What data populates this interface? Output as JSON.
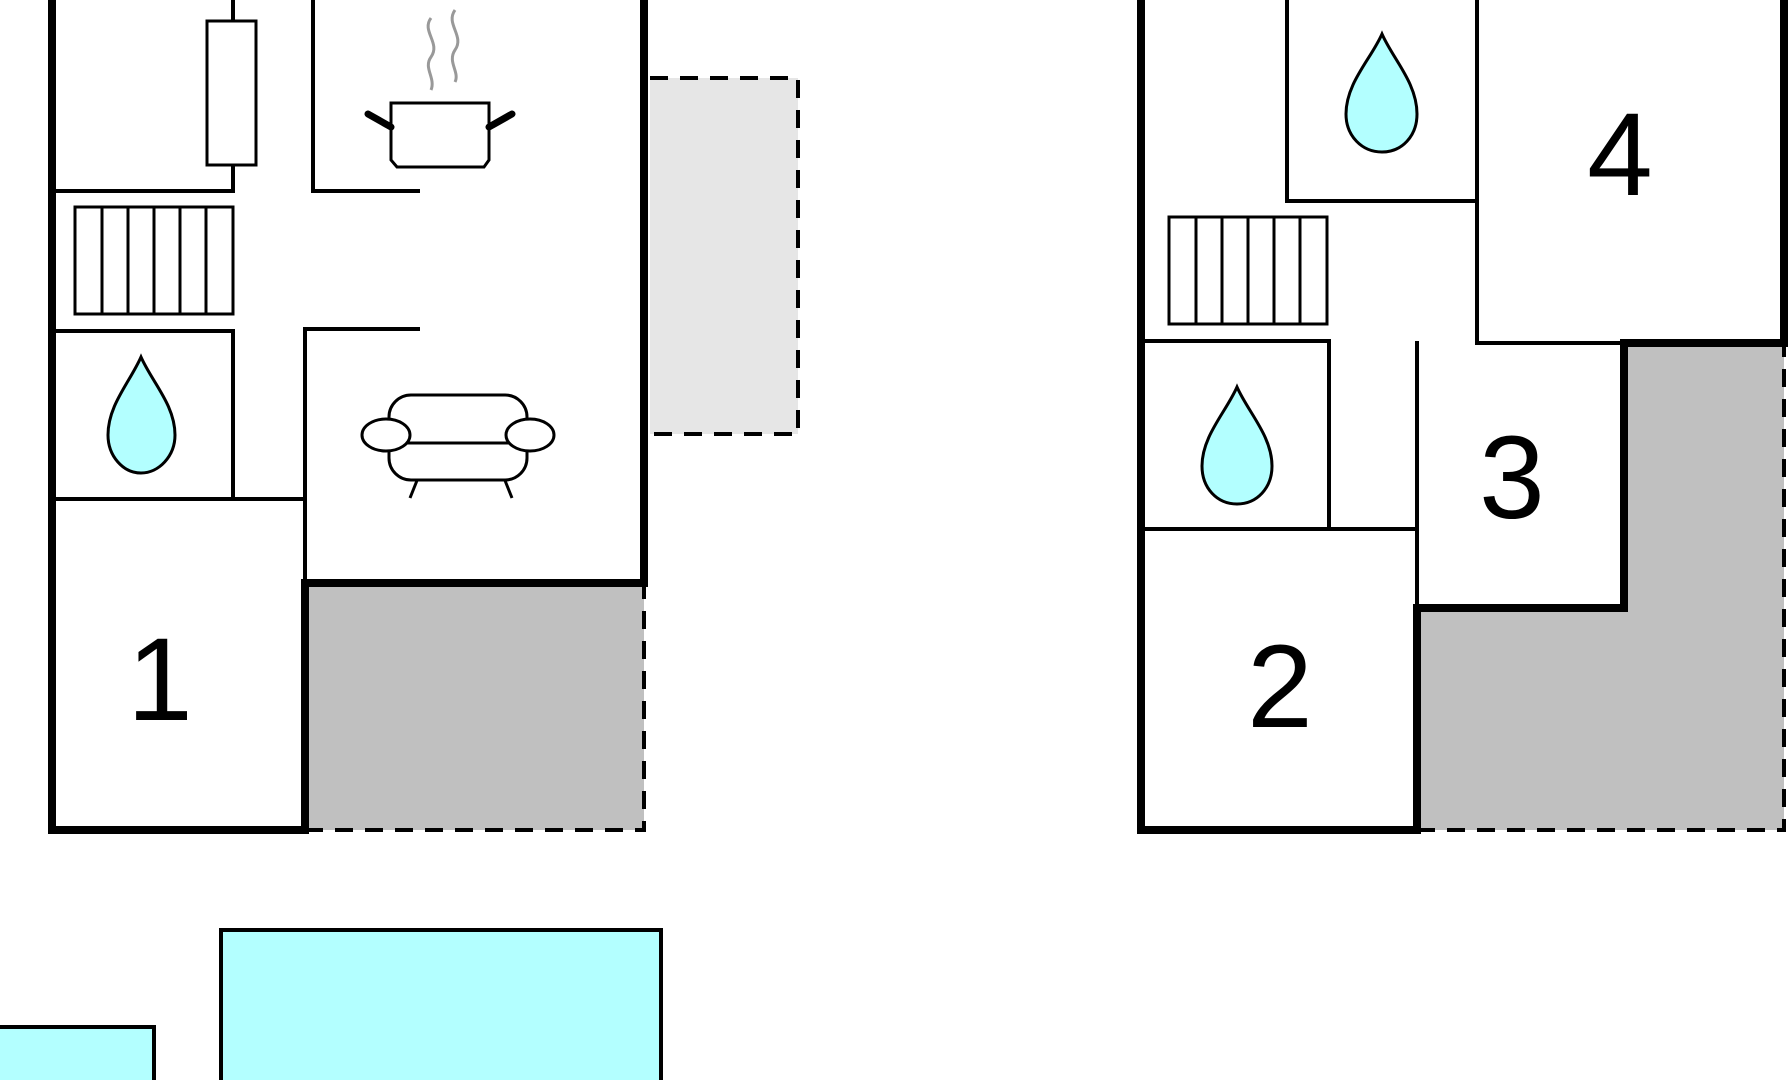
{
  "floorplan": {
    "room_labels": [
      "1",
      "2",
      "3",
      "4"
    ]
  },
  "colors": {
    "water": "#b3ffff",
    "terrace_dark": "#c0c0c0",
    "terrace_light": "#e6e6e6",
    "wall": "#000000",
    "steam": "#999999"
  },
  "icons": {
    "bathroom": "water-drop-icon",
    "kitchen": "cooking-pot-icon",
    "living": "sofa-icon",
    "stairs": "staircase-icon",
    "radiator": "radiator-icon"
  }
}
